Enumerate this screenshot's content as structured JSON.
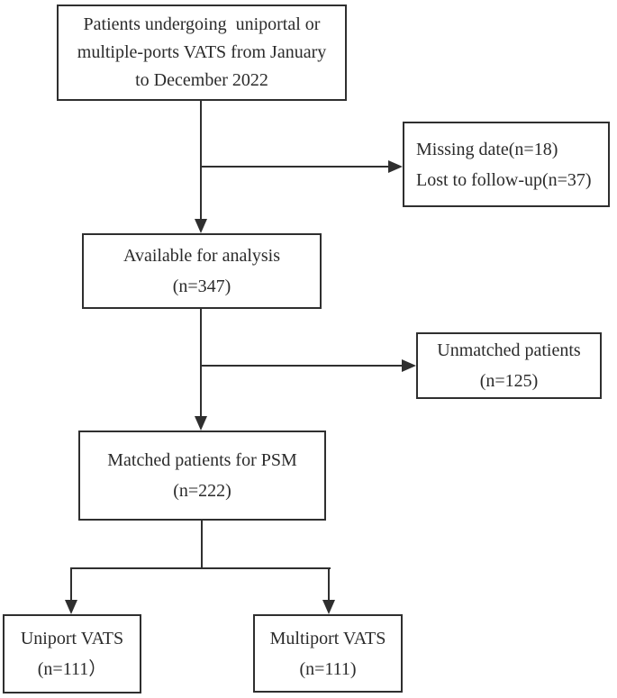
{
  "diagram": {
    "title": "Patient selection flowchart (VATS / PSM)",
    "colors": {
      "line": "#2f2f2f",
      "text": "#2b2b2b",
      "background": "#ffffff"
    },
    "boxes": {
      "enrollment": {
        "lines": [
          "Patients undergoing  uniportal or",
          "multiple-ports VATS from January",
          "to December 2022"
        ]
      },
      "excluded": {
        "lines": [
          "Missing date(n=18)",
          "Lost to follow-up(n=37)"
        ]
      },
      "available": {
        "lines": [
          "Available for analysis",
          "(n=347)"
        ]
      },
      "unmatched": {
        "lines": [
          "Unmatched patients",
          "(n=125)"
        ]
      },
      "matched": {
        "lines": [
          "Matched patients for PSM",
          "(n=222)"
        ]
      },
      "uniport": {
        "lines": [
          "Uniport VATS",
          "(n=111）"
        ]
      },
      "multiport": {
        "lines": [
          "Multiport VATS",
          "(n=111)"
        ]
      }
    }
  }
}
